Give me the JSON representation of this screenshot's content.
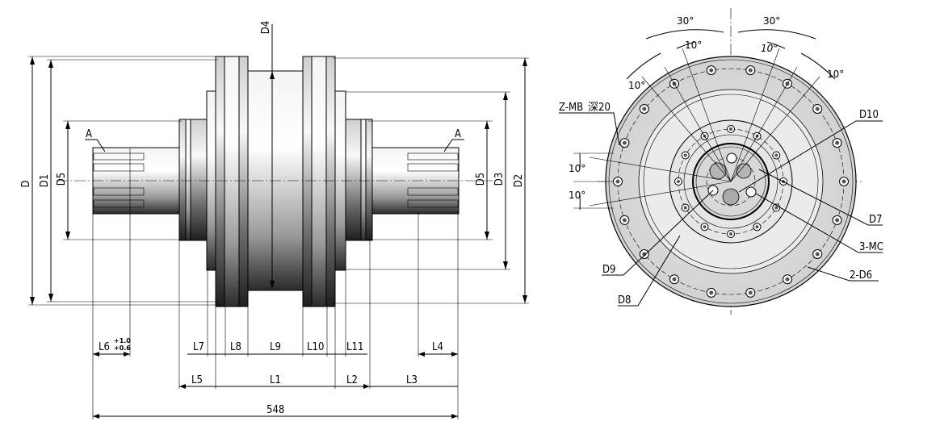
{
  "side_view": {
    "dims": {
      "D": "D",
      "D1": "D1",
      "D5_left": "D5",
      "D4": "D4",
      "D5_right": "D5",
      "D3": "D3",
      "D2": "D2",
      "A_left": "A",
      "A_right": "A",
      "L6": "L6",
      "L6_tol_upper": "+1.0",
      "L6_tol_lower": "+0.6",
      "L7": "L7",
      "L8": "L8",
      "L9": "L9",
      "L10": "L10",
      "L11": "L11",
      "L4": "L4",
      "L5": "L5",
      "L1": "L1",
      "L2": "L2",
      "L3": "L3",
      "overall": "548"
    }
  },
  "front_view": {
    "angles": {
      "a30_left": "30°",
      "a30_right": "30°",
      "a10_top_left": "10°",
      "a10_top_mid": "10°",
      "a10_top_right": "10°",
      "a10_left_outer": "10°",
      "a10_left_upper": "10°",
      "a10_left_lower": "10°"
    },
    "labels": {
      "z_mb": "Z-MB",
      "z_mb_suffix": "深20",
      "D10": "D10",
      "D7": "D7",
      "MC": "3-MC",
      "D6": "2-D6",
      "D9": "D9",
      "D8": "D8"
    }
  }
}
